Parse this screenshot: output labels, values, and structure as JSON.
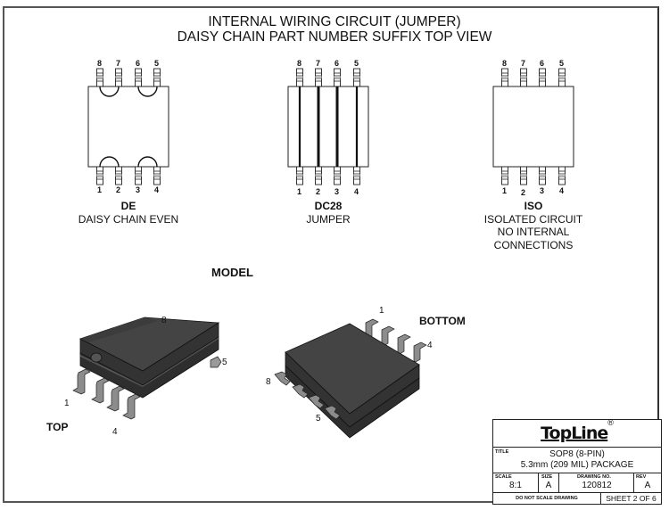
{
  "header": {
    "line1": "INTERNAL WIRING CIRCUIT (JUMPER)",
    "line2": "DAISY CHAIN PART NUMBER SUFFIX TOP VIEW"
  },
  "variants": [
    {
      "code": "DE",
      "desc": [
        "DAISY CHAIN EVEN"
      ],
      "top_pins": [
        "8",
        "7",
        "6",
        "5"
      ],
      "bottom_pins": [
        "1",
        "2",
        "3",
        "4"
      ]
    },
    {
      "code": "DC28",
      "desc": [
        "JUMPER"
      ],
      "top_pins": [
        "8",
        "7",
        "6",
        "5"
      ],
      "bottom_pins": [
        "1",
        "2",
        "3",
        "4"
      ]
    },
    {
      "code": "ISO",
      "desc": [
        "ISOLATED CIRCUIT",
        "NO INTERNAL",
        "CONNECTIONS"
      ],
      "top_pins": [
        "8",
        "7",
        "6",
        "5"
      ],
      "bottom_pins": [
        "1",
        "2",
        "3",
        "4"
      ]
    }
  ],
  "model": {
    "label": "MODEL",
    "top_view": {
      "label": "TOP",
      "pins": {
        "p1": "1",
        "p4": "4",
        "p5": "5",
        "p8": "8"
      }
    },
    "bottom_view": {
      "label": "BOTTOM",
      "pins": {
        "p1": "1",
        "p4": "4",
        "p5": "5",
        "p8": "8"
      }
    }
  },
  "title_block": {
    "logo": "TopLine",
    "logo_mark": "®",
    "title_caption": "TITLE",
    "title_line1": "SOP8 (8-PIN)",
    "title_line2": "5.3mm (209 MIL) PACKAGE",
    "scale_caption": "SCALE",
    "scale": "8:1",
    "size_caption": "SIZE",
    "size": "A",
    "drawing_caption": "DRAWING NO.",
    "drawing_no": "120812",
    "rev_caption": "REV",
    "rev": "A",
    "note": "DO NOT SCALE DRAWING",
    "sheet": "SHEET 2 OF 6"
  },
  "colors": {
    "chip_body": "#3b3b3b",
    "chip_top": "#464646",
    "lead": "#8a8a8a",
    "line": "#111111"
  }
}
